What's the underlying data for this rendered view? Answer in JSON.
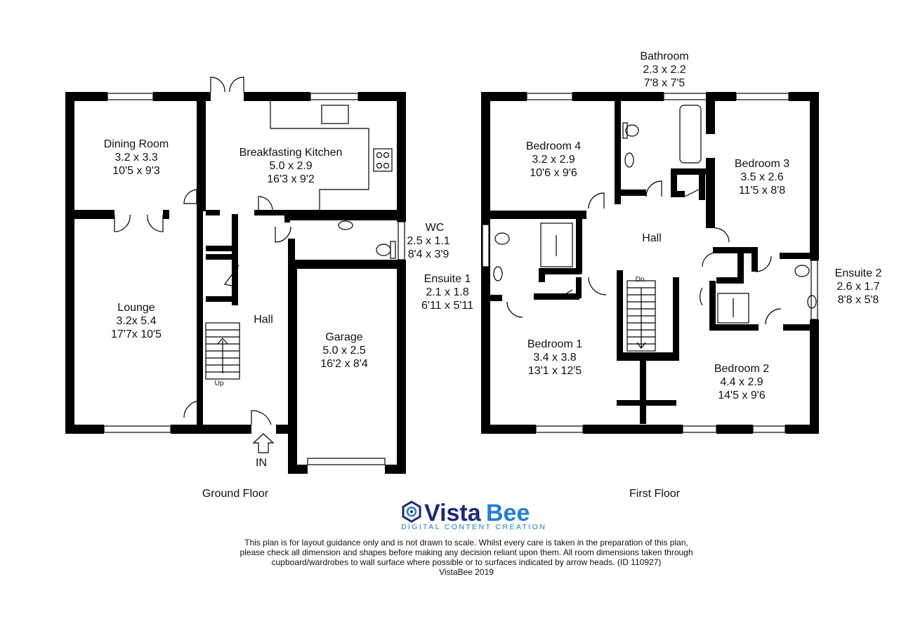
{
  "ground_floor": {
    "caption": "Ground Floor",
    "entrance": "IN",
    "stairs_label": "Up",
    "rooms": [
      {
        "name": "Dining Room",
        "metric": "3.2 x 3.3",
        "imperial": "10'5 x 9'3"
      },
      {
        "name": "Breakfasting Kitchen",
        "metric": "5.0 x 2.9",
        "imperial": "16'3 x 9'2"
      },
      {
        "name": "WC",
        "metric": "2.5 x 1.1",
        "imperial": "8'4 x 3'9"
      },
      {
        "name": "Lounge",
        "metric": "3.2x 5.4",
        "imperial": "17'7x 10'5"
      },
      {
        "name": "Hall"
      },
      {
        "name": "Garage",
        "metric": "5.0 x 2.5",
        "imperial": "16'2 x 8'4"
      }
    ]
  },
  "first_floor": {
    "caption": "First Floor",
    "stairs_label": "Dn",
    "rooms": [
      {
        "name": "Bathroom",
        "metric": "2.3 x 2.2",
        "imperial": "7'8 x 7'5"
      },
      {
        "name": "Bedroom 4",
        "metric": "3.2 x 2.9",
        "imperial": "10'6 x 9'6"
      },
      {
        "name": "Bedroom 3",
        "metric": "3.5 x 2.6",
        "imperial": "11'5 x 8'8"
      },
      {
        "name": "Hall"
      },
      {
        "name": "Ensuite 1",
        "metric": "2.1 x 1.8",
        "imperial": "6'11 x 5'11"
      },
      {
        "name": "Ensuite 2",
        "metric": "2.6 x 1.7",
        "imperial": "8'8 x 5'8"
      },
      {
        "name": "Bedroom 1",
        "metric": "3.4 x 3.8",
        "imperial": "13'1 x 12'5"
      },
      {
        "name": "Bedroom 2",
        "metric": "4.4 x 2.9",
        "imperial": "14'5 x 9'6"
      }
    ]
  },
  "logo": {
    "name_part1": "Vista",
    "name_part2": "Bee",
    "tagline": "DIGITAL CONTENT CREATION",
    "color_dark": "#1b2a78",
    "color_blue": "#1f7fd6",
    "icon": "hexagon-camera-icon"
  },
  "disclaimer": {
    "lines": [
      "This plan is for layout guidance only and is not drawn to scale. Whilst every care is taken in the preparation of this plan,",
      "please check all dimension and shapes before making any decision reliant upon them. All room dimensions taken through",
      "cupboard/wardrobes to wall surface where possible or to surfaces indicated by arrow heads. (ID 110927)",
      "VistaBee 2019"
    ]
  }
}
